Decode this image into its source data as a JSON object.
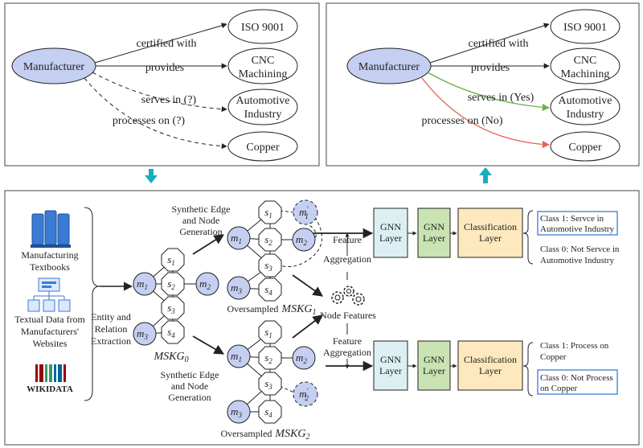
{
  "top_left": {
    "manufacturer": "Manufacturer",
    "iso": "ISO 9001",
    "cnc_1": "CNC",
    "cnc_2": "Machining",
    "auto_1": "Automotive",
    "auto_2": "Industry",
    "copper": "Copper",
    "rel_certified": "certified with",
    "rel_provides": "provides",
    "rel_serves": "serves in (?)",
    "rel_processes": "processes on (?)"
  },
  "top_right": {
    "manufacturer": "Manufacturer",
    "iso": "ISO 9001",
    "cnc_1": "CNC",
    "cnc_2": "Machining",
    "auto_1": "Automotive",
    "auto_2": "Industry",
    "copper": "Copper",
    "rel_certified": "certified with",
    "rel_provides": "provides",
    "rel_serves": "serves in (Yes)",
    "rel_processes": "processes on (No)"
  },
  "sources": {
    "textbooks_1": "Manufacturing",
    "textbooks_2": "Textbooks",
    "web_1": "Textual Data from",
    "web_2": "Manufacturers'",
    "web_3": "Websites",
    "wikidata": "WIKIDATA"
  },
  "extraction": {
    "l1": "Entity and",
    "l2": "Relation",
    "l3": "Extraction"
  },
  "graph_labels": {
    "m1": "m",
    "m2": "m",
    "m3": "m",
    "s1": "s",
    "s2": "s",
    "s3": "s",
    "s4": "s",
    "sub1": "1",
    "sub2": "2",
    "sub3": "3",
    "sub4": "4",
    "mskg0": "MSKG",
    "mskg0_sub": "0",
    "mskg1_prefix": "Oversampled",
    "mskg1": "MSKG",
    "mskg1_sub": "1",
    "mskg2_prefix": "Oversampled",
    "mskg2": "MSKG",
    "mskg2_sub": "2",
    "synth_new1": "m",
    "synth_new1_sub": "1",
    "synth_new1_sup": "′",
    "synth_new2": "m",
    "synth_new2_sub": "2",
    "synth_new2_sup": "′"
  },
  "synthetic": {
    "l1": "Synthetic Edge",
    "l2": "and Node",
    "l3": "Generation"
  },
  "feature_agg": {
    "l1": "Feature",
    "l2": "Aggregation"
  },
  "node_features": "Node Features",
  "gnn": {
    "l1": "GNN",
    "l2": "Layer"
  },
  "classification": {
    "l1": "Classification",
    "l2": "Layer"
  },
  "class_top": {
    "c1_l1": "Class 1: Servce in",
    "c1_l2": "Automotive Industry",
    "c0_l1": "Class 0: Not Servce in",
    "c0_l2": "Automotive Industry"
  },
  "class_bottom": {
    "c1_l1": "Class 1: Process on",
    "c1_l2": "Copper",
    "c0_l1": "Class 0: Not Process",
    "c0_l2": "on Copper"
  },
  "colors": {
    "node_blue": "#c5cff2",
    "gnn_blue": "#dcf0f3",
    "gnn_green": "#c9e3b2",
    "class_yellow": "#fde9bd",
    "teal_arrow": "#1aaebb",
    "green_edge": "#6ab04c",
    "red_edge": "#e0645a",
    "highlight_box": "#3b7dd8"
  }
}
